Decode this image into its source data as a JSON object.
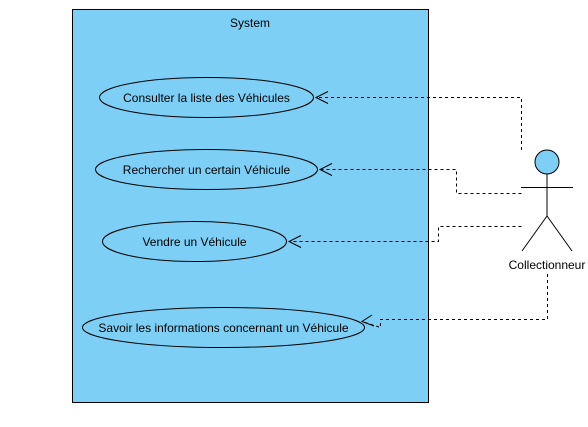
{
  "system": {
    "title": "System"
  },
  "use_cases": [
    {
      "label": "Consulter la liste des Véhicules"
    },
    {
      "label": "Rechercher un certain Véhicule"
    },
    {
      "label": "Vendre un Véhicule"
    },
    {
      "label": "Savoir les informations concernant un Véhicule"
    }
  ],
  "actor": {
    "name": "Collectionneur"
  },
  "colors": {
    "fill": "#7dcff5",
    "stroke": "#000000"
  }
}
